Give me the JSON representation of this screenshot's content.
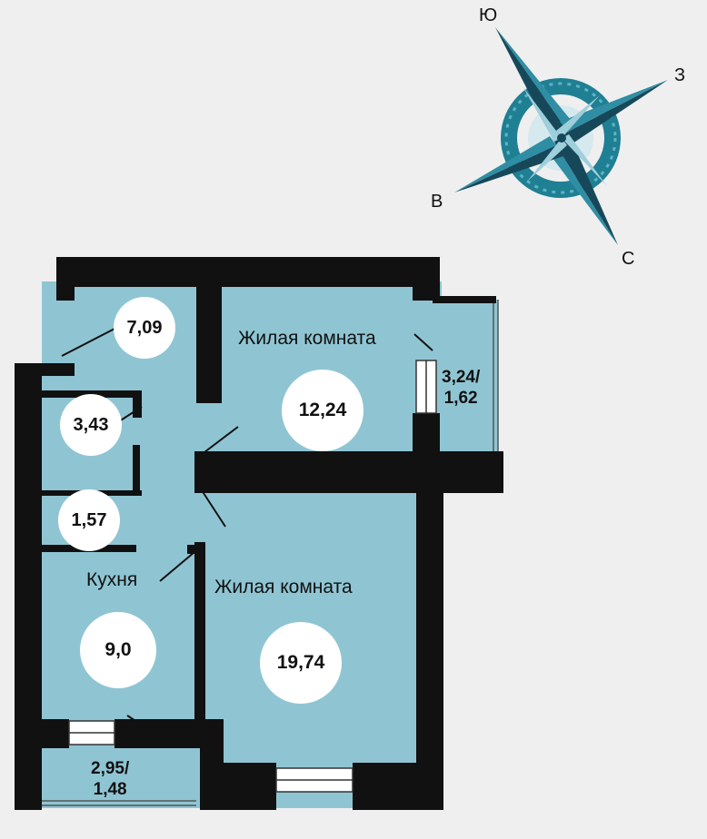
{
  "compass": {
    "north": "Ю",
    "east": "З",
    "west": "В",
    "south": "С"
  },
  "rooms": {
    "hall_area": "7,09",
    "bath_area": "3,43",
    "wc_area": "1,57",
    "kitchen_name": "Кухня",
    "kitchen_area": "9,0",
    "living1_name": "Жилая комната",
    "living1_area": "12,24",
    "living2_name": "Жилая комната",
    "living2_area": "19,74",
    "balcony1_area_top": "3,24/",
    "balcony1_area_bottom": "1,62",
    "balcony2_area_top": "2,95/",
    "balcony2_area_bottom": "1,48"
  },
  "colors": {
    "room_fill": "#8fc5d3",
    "wall": "#111111",
    "compass_teal": "#1f7f93",
    "compass_dark": "#17485a",
    "background": "#efefef"
  }
}
